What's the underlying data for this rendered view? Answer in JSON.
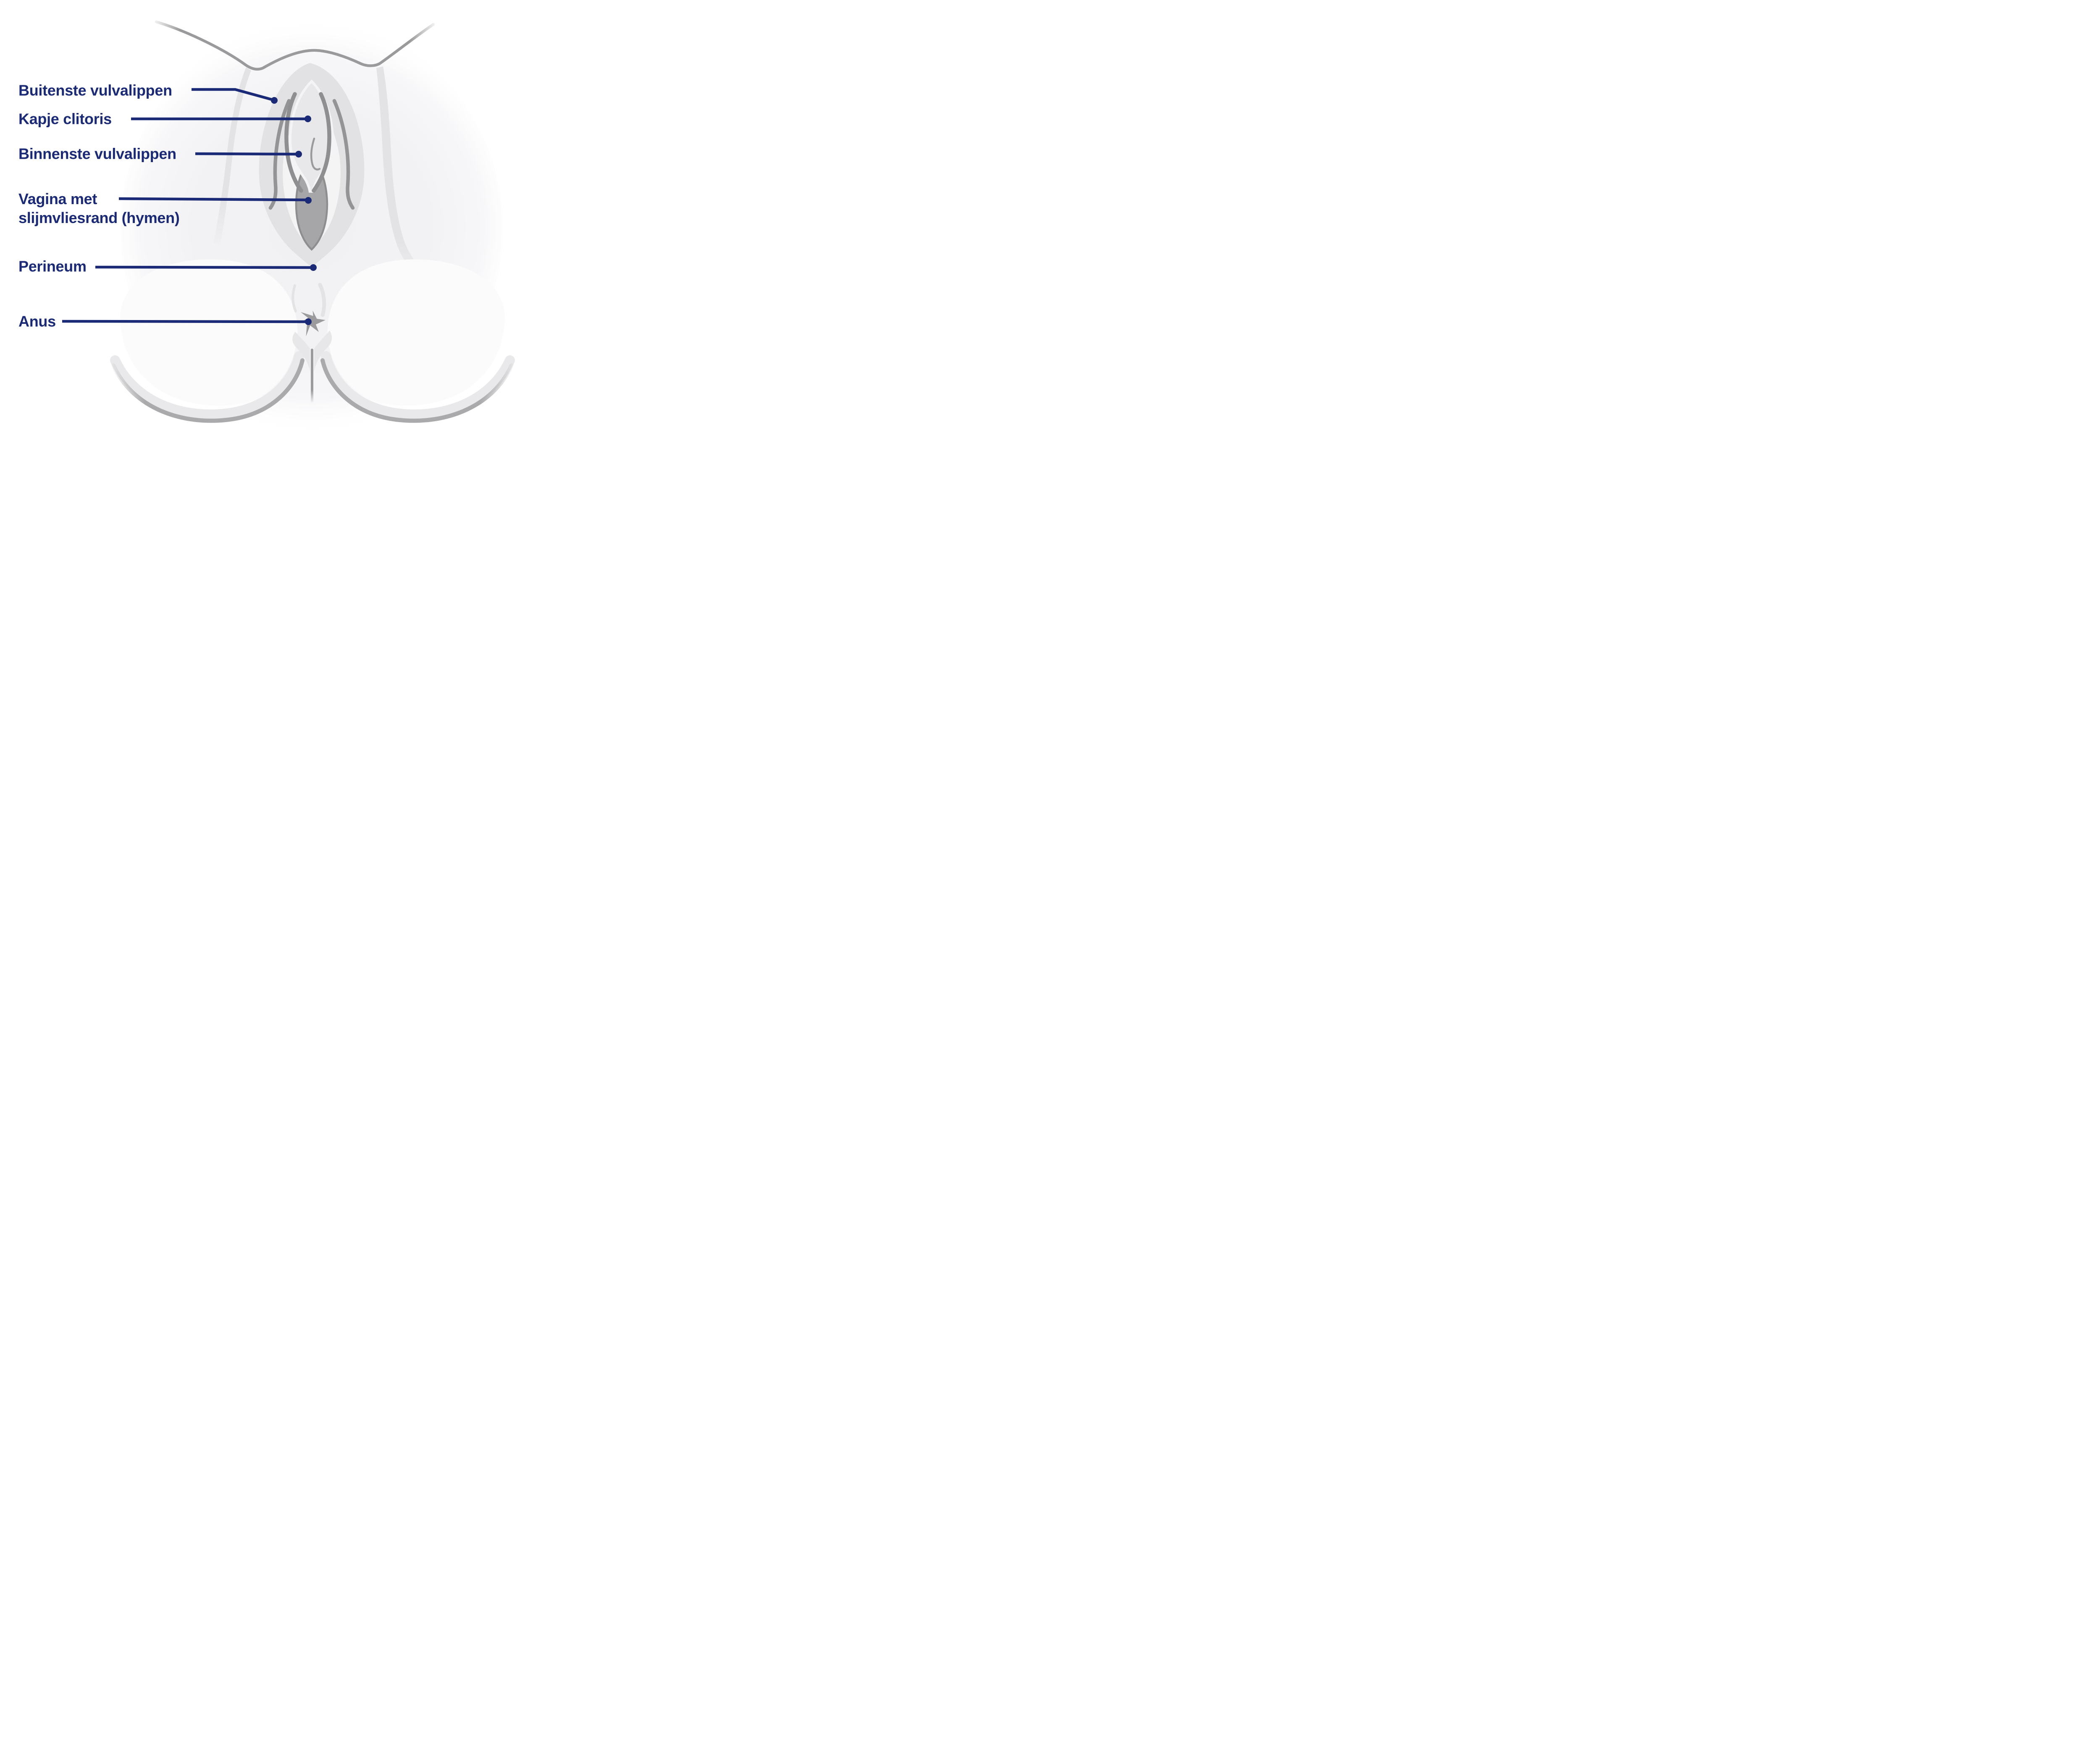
{
  "diagram": {
    "labels": [
      {
        "id": "buitenste-vulvalippen",
        "text": "Buitenste vulvalippen"
      },
      {
        "id": "kapje-clitoris",
        "text": "Kapje clitoris"
      },
      {
        "id": "binnenste-vulvalippen",
        "text": "Binnenste vulvalippen"
      },
      {
        "id": "vagina-met-slijmvliesrand-hymen",
        "text": "Vagina met slijmvliesrand (hymen)",
        "lines": [
          "Vagina met",
          "slijmvliesrand (hymen)"
        ]
      },
      {
        "id": "perineum",
        "text": "Perineum"
      },
      {
        "id": "anus",
        "text": "Anus"
      }
    ],
    "colors": {
      "label_text": "#1b2a76",
      "leader_line": "#1b2a76",
      "body_outline_gray": "#9a9a9c",
      "detail_line_gray": "#8f8f91",
      "vaginal_opening_fill": "#a6a6a8",
      "outer_labia_band": "#e2e2e4",
      "hood_fill": "#e8e8ea",
      "vestibule_fill": "#f4f4f5",
      "body_fill": "#f2f2f4",
      "buttock_band": "#e9e9eb",
      "buttock_edge": "#aaaaac",
      "anus_star": "#9b9b9d",
      "background": "#ffffff"
    }
  }
}
